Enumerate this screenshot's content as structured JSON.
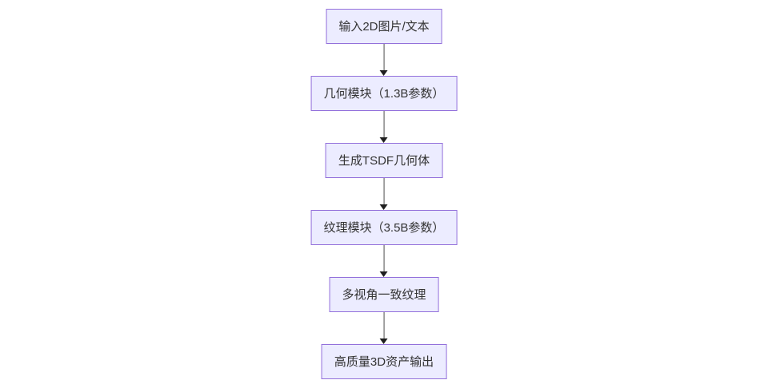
{
  "diagram": {
    "type": "flowchart",
    "direction": "top-to-bottom",
    "nodes": [
      {
        "label": "输入2D图片/文本"
      },
      {
        "label": "几何模块（1.3B参数）"
      },
      {
        "label": "生成TSDF几何体"
      },
      {
        "label": "纹理模块（3.5B参数）"
      },
      {
        "label": "多视角一致纹理"
      },
      {
        "label": "高质量3D资产输出"
      }
    ],
    "edges": [
      {
        "from": 0,
        "to": 1
      },
      {
        "from": 1,
        "to": 2
      },
      {
        "from": 2,
        "to": 3
      },
      {
        "from": 3,
        "to": 4
      },
      {
        "from": 4,
        "to": 5
      }
    ],
    "colors": {
      "background": "#ffffff",
      "node_fill": "#ECECFF",
      "node_border": "#9370DB",
      "edge_line": "#4d4d4d",
      "arrowhead": "#1f1f1f",
      "text": "#333333"
    }
  }
}
